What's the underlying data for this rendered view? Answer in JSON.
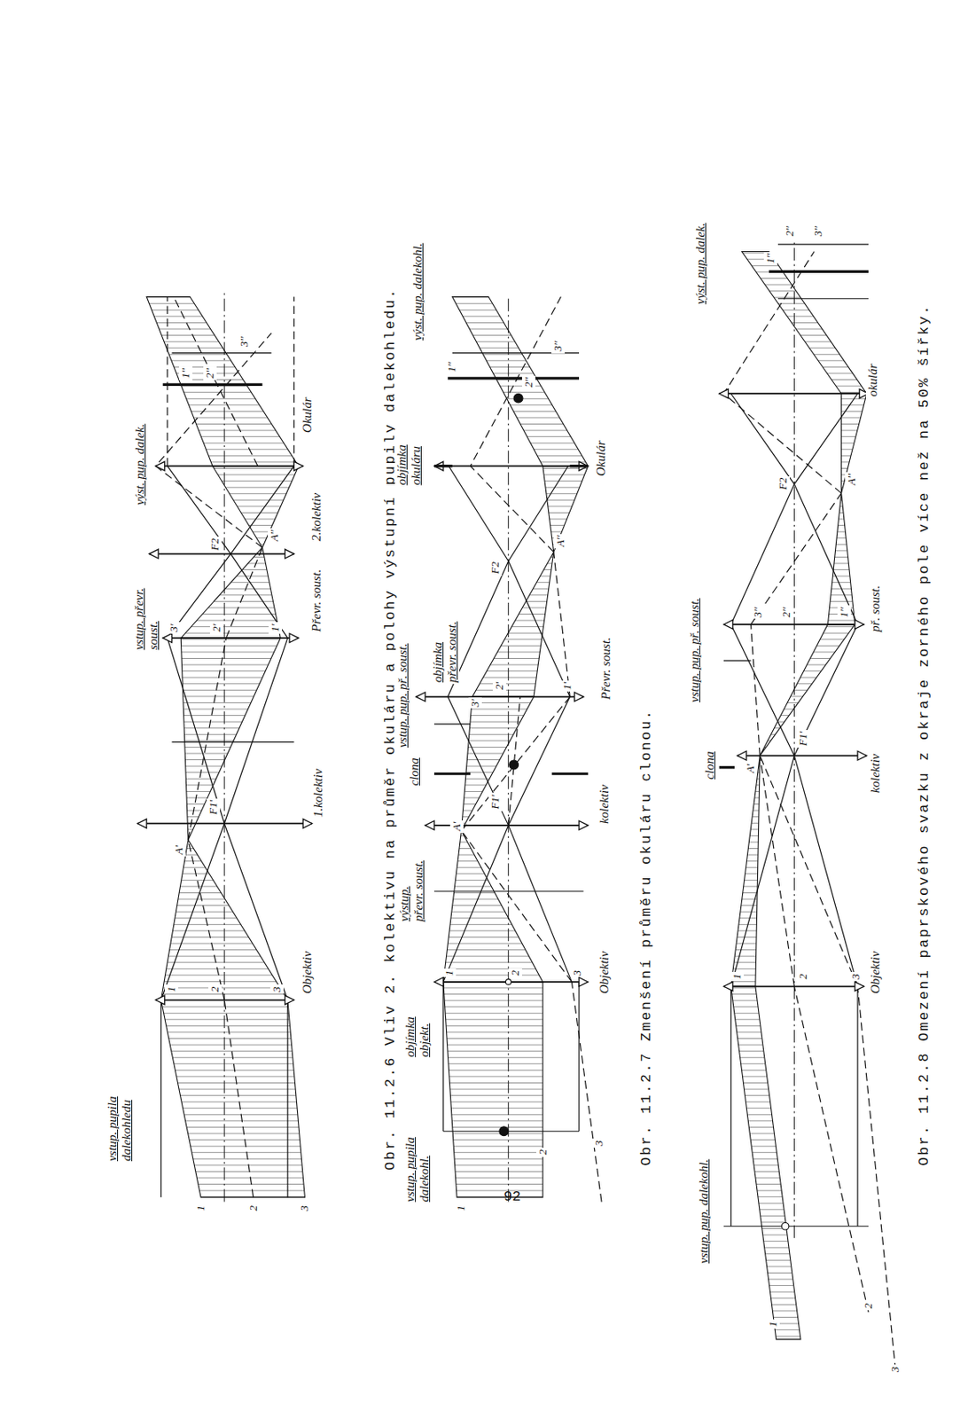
{
  "diagram": {
    "labels": [
      "vstup. pupila dalekohledu",
      "1",
      "2",
      "3",
      "1",
      "2",
      "3",
      "Objektiv",
      "A'",
      "F1'",
      "1.kolektiv",
      "vstup. převr. soust.",
      "3'",
      "2'",
      "1'",
      "Převr. soust.",
      "F2",
      "A''",
      "2.kolektiv",
      "výst. pup. dalek.",
      "Okulár",
      "1''",
      "2''",
      "3''",
      "Obr. 11.2.6 Vliv 2. kolektivu na průměr okuláru a polohy výstupní pupily dalekohledu.",
      "vstup. pupila dalekohl.",
      "1",
      "2",
      "3",
      "objímka objekt.",
      "1",
      "2",
      "3",
      "Objektiv",
      "výstup. převr. soust.",
      "A'",
      "F1'",
      "kolektiv",
      "clona",
      "vstup. pup. př. soust.",
      "objímka převr. soust.",
      "3'",
      "2'",
      "1'",
      "Převr. soust.",
      "F2",
      "A''",
      "objímka okuláru",
      "Okulár",
      "1''",
      "2''",
      "3''",
      "výst. pup. dalekohl.",
      "Obr. 11.2.7 Zmenšení průměru okuláru clonou.",
      "vstup. pup. dalekohl.",
      "1",
      "2",
      "3",
      "1",
      "2",
      "3",
      "Objektiv",
      "clona",
      "A'",
      "F1'",
      "kolektiv",
      "vstup. pup. př. soust.",
      "3''",
      "2''",
      "1''",
      "př. soust.",
      "F2",
      "A''",
      "okulár",
      "výst. pup. dalek.",
      "1''",
      "2''",
      "3''",
      "Obr. 11.2.8 Omezení paprskového svazku z okraje zorného pole více než na 50% šířky.",
      "92"
    ]
  }
}
